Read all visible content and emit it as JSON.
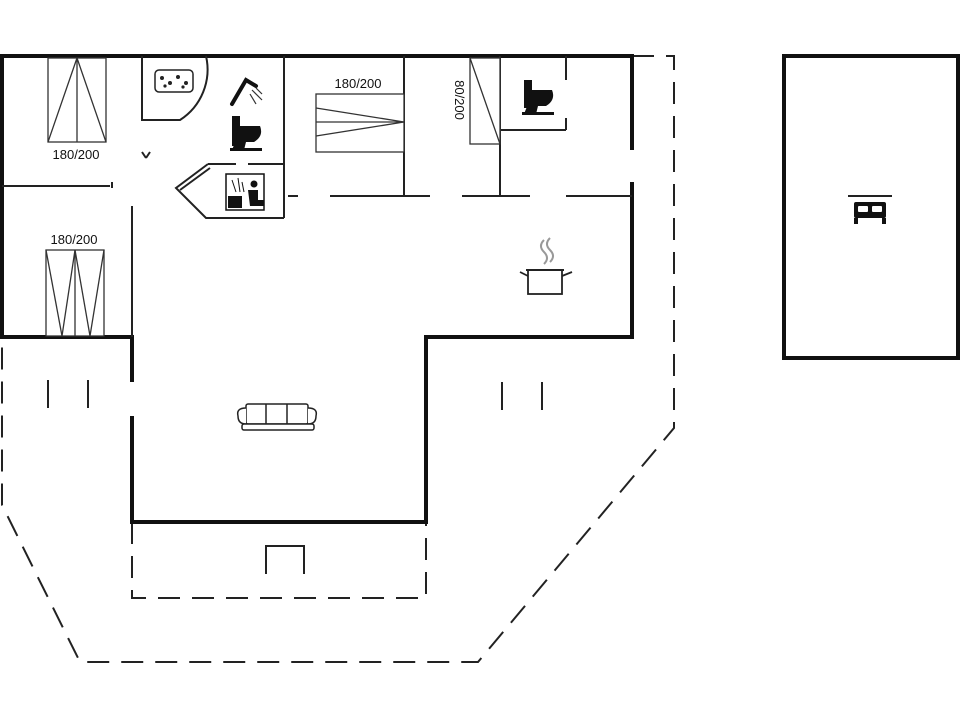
{
  "floorplan": {
    "bed_labels": {
      "bedroom_top_left": "180/200",
      "bedroom_left": "180/200",
      "bedroom_center": "180/200",
      "bed_small": "80/200"
    },
    "rooms": [
      "bedroom",
      "bedroom",
      "bedroom",
      "bathroom",
      "bathroom",
      "kitchen",
      "living-room",
      "annex"
    ],
    "icons": [
      "jacuzzi-icon",
      "shower-icon",
      "toilet-icon",
      "sauna-icon",
      "toilet-icon",
      "cooking-pot-icon",
      "sofa-icon",
      "bed-icon"
    ]
  }
}
